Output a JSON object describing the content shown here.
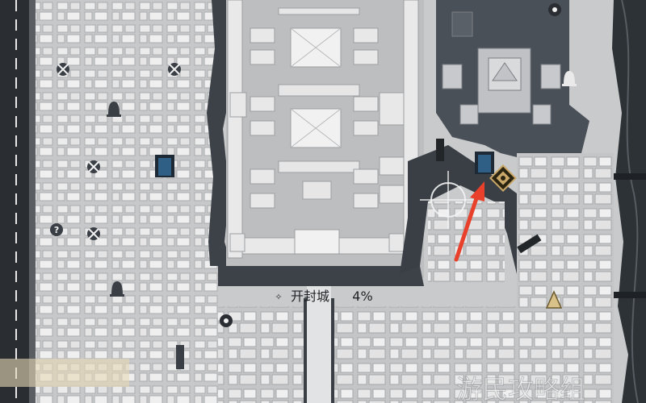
{
  "map": {
    "region_name": "开封城",
    "completion": "4%",
    "separator_glyph": "✧",
    "watermark": "游民攻略组"
  },
  "markers": [
    {
      "id": "waypoint-icon",
      "kind": "map-pin"
    },
    {
      "id": "quest-diamond-icon",
      "kind": "quest"
    },
    {
      "id": "hanging-lantern-icon",
      "kind": "lantern"
    },
    {
      "id": "crossed-swords-icon",
      "kind": "enemy-camp"
    },
    {
      "id": "question-mark-icon",
      "kind": "unknown",
      "glyph": "?"
    },
    {
      "id": "bell-icon",
      "kind": "bell"
    },
    {
      "id": "door-icon",
      "kind": "door"
    }
  ],
  "colors": {
    "map_base": "#cfd0d2",
    "river": "#3a3f45",
    "building": "#e9e9ea",
    "palace_dark": "#4a5058",
    "quest_gold": "#c9a86a",
    "pointer_arrow": "#e8402a",
    "door_blue": "#2f5f85"
  }
}
